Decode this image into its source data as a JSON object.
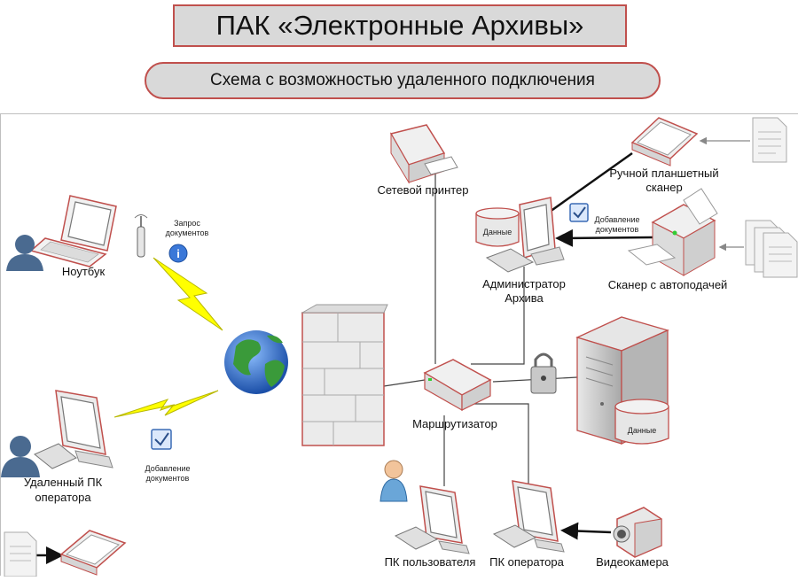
{
  "title": "ПАК «Электронные Архивы»",
  "subtitle": "Схема с возможностью удаленного подключения",
  "icons": {
    "laptop": "laptop-icon",
    "user": "user-icon",
    "antenna": "antenna-icon",
    "info": "info-icon",
    "globe": "globe-icon",
    "lightning": "lightning-icon",
    "firewall": "firewall-icon",
    "router": "router-icon",
    "printer": "printer-icon",
    "scanner": "scanner-icon",
    "document": "document-icon",
    "monitor": "monitor-icon",
    "keyboard": "keyboard-icon",
    "database": "database-icon",
    "server": "server-icon",
    "lock": "lock-icon",
    "camera": "video-camera-icon",
    "checkbox": "checklist-icon"
  },
  "nodes": {
    "laptop": "Ноутбук",
    "doc_request": [
      "Запрос",
      "документов"
    ],
    "remote_pc": [
      "Удаленный ПК",
      "оператора"
    ],
    "add_docs_left": [
      "Добавление",
      "документов"
    ],
    "network_printer": "Сетевой принтер",
    "router": "Маршрутизатор",
    "admin": [
      "Администратор",
      "Архива"
    ],
    "admin_db": "Данные",
    "add_docs_right": [
      "Добавление",
      "документов"
    ],
    "manual_scanner": [
      "Ручной планшетный",
      "сканер"
    ],
    "auto_scanner": "Сканер с автоподачей",
    "server_db": "Данные",
    "user_pc": "ПК пользователя",
    "operator_pc": "ПК оператора",
    "camera": "Видеокамера"
  },
  "colors": {
    "accent": "#c0504d",
    "box_fill": "#d9d9d9",
    "lightning": "#ffff00",
    "lightning_stroke": "#b8b800",
    "globe_sea": "#2f6fd1",
    "globe_land": "#3a9a3a",
    "user": "#4a6a90"
  }
}
